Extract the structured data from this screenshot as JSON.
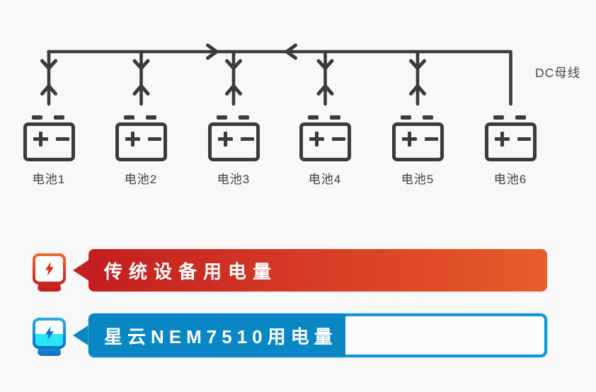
{
  "background_color": "#f8f8f8",
  "diagram": {
    "bus_label": "DC母线",
    "line_color": "#3b3b3b",
    "batteries": [
      {
        "label": "电池1"
      },
      {
        "label": "电池2"
      },
      {
        "label": "电池3"
      },
      {
        "label": "电池4"
      },
      {
        "label": "电池5"
      },
      {
        "label": "电池6"
      }
    ]
  },
  "legend": {
    "rows": [
      {
        "label": "传统设备用电量",
        "fill_percent": 100,
        "bar_color_start": "#c31e20",
        "bar_color_end": "#e95c2b",
        "icon": "power-meter-red-icon"
      },
      {
        "label": "星云NEM7510用电量",
        "fill_percent": 56,
        "bar_fill_color": "#0987c5",
        "bar_border_color": "#1197d4",
        "icon": "power-meter-blue-icon"
      }
    ]
  }
}
